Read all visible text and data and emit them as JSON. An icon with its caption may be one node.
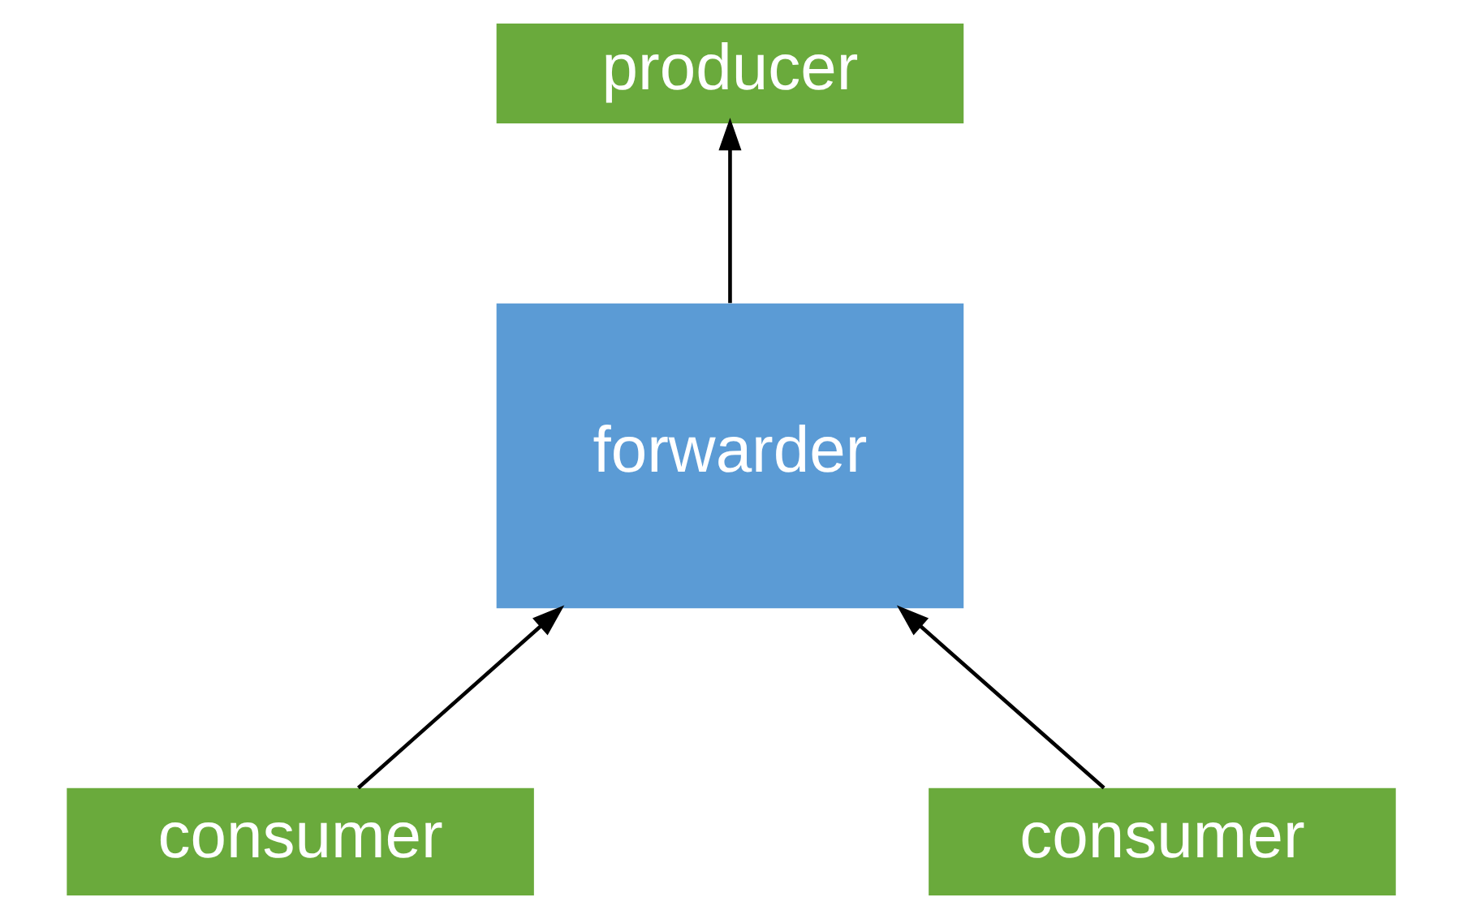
{
  "diagram": {
    "nodes": [
      {
        "text": [
          "producer"
        ]
      },
      {
        "text": [
          "forwarder"
        ]
      },
      {
        "text": [
          "consumer"
        ]
      },
      {
        "text": [
          "consumer"
        ]
      }
    ],
    "edges": [
      {
        "from": 1,
        "to": 0,
        "arrow": "to"
      },
      {
        "from": 2,
        "to": 1,
        "arrow": "to"
      },
      {
        "from": 3,
        "to": 1,
        "arrow": "to"
      }
    ]
  }
}
